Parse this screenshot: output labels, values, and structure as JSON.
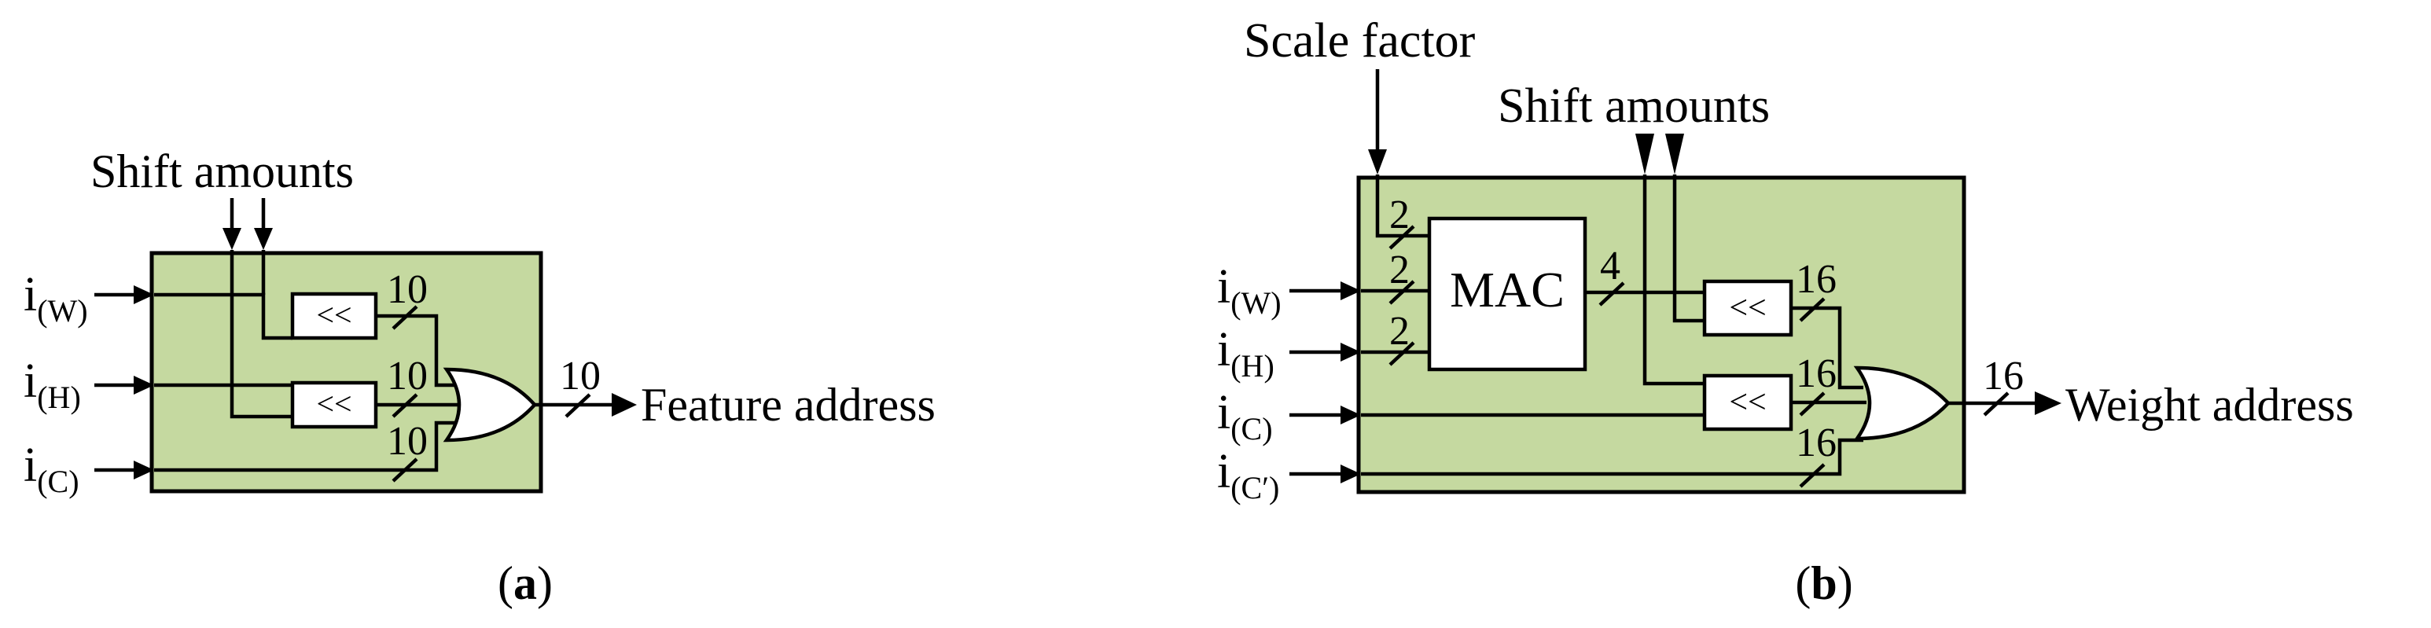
{
  "panel_a": {
    "caption_open": "(",
    "caption_letter": "a",
    "caption_close": ")",
    "shift_amounts_label": "Shift amounts",
    "inputs": [
      {
        "base": "i",
        "sub": "(W)"
      },
      {
        "base": "i",
        "sub": "(H)"
      },
      {
        "base": "i",
        "sub": "(C)"
      }
    ],
    "shifter_symbol": "<<",
    "bus_widths": [
      "10",
      "10",
      "10"
    ],
    "output_width": "10",
    "output_label": "Feature address"
  },
  "panel_b": {
    "caption_open": "(",
    "caption_letter": "b",
    "caption_close": ")",
    "scale_factor_label": "Scale factor",
    "shift_amounts_label": "Shift amounts",
    "mac_label": "MAC",
    "inputs": [
      {
        "base": "i",
        "sub": "(W)"
      },
      {
        "base": "i",
        "sub": "(H)"
      },
      {
        "base": "i",
        "sub": "(C)"
      },
      {
        "base": "i",
        "sub": "(C′)"
      }
    ],
    "mac_input_widths": [
      "2",
      "2",
      "2"
    ],
    "mac_output_width": "4",
    "shifter_symbol": "<<",
    "bus_widths": [
      "16",
      "16",
      "16"
    ],
    "output_width": "16",
    "output_label": "Weight address"
  }
}
